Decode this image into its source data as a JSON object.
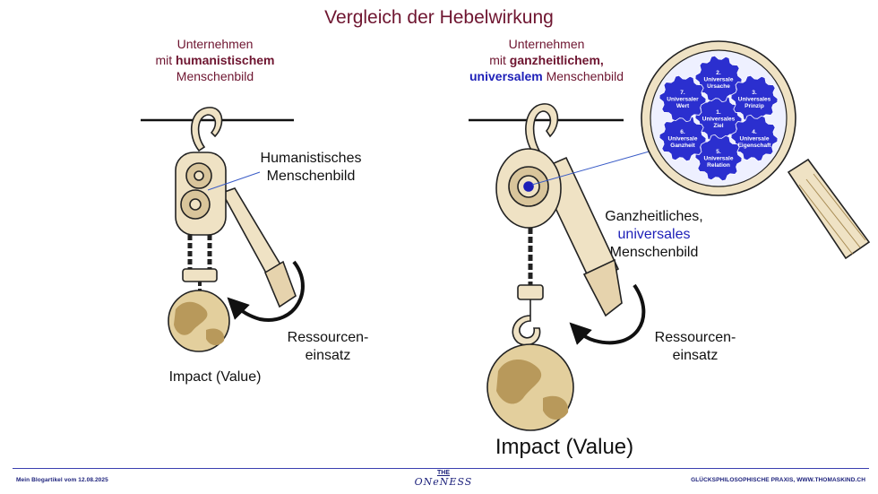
{
  "title": "Vergleich der Hebelwirkung",
  "left": {
    "header_line1": "Unternehmen",
    "header_line2_prefix": "mit ",
    "header_line2_bold": "humanistischem",
    "header_line3": "Menschenbild",
    "callout_line1": "Humanistisches",
    "callout_line2": "Menschenbild",
    "resource_line1": "Ressourcen-",
    "resource_line2": "einsatz",
    "impact": "Impact (Value)"
  },
  "right": {
    "header_line1": "Unternehmen",
    "header_line2_prefix": "mit ",
    "header_line2_bold": "ganzheitlichem,",
    "header_line3_blue": "universalem",
    "header_line3_rest": " Menschenbild",
    "callout_line1": "Ganzheitliches,",
    "callout_line2_blue": "universales",
    "callout_line3": "Menschenbild",
    "resource_line1": "Ressourcen-",
    "resource_line2": "einsatz",
    "impact": "Impact (Value)"
  },
  "magnifier_gears": [
    {
      "num": "1.",
      "line1": "Universales",
      "line2": "Ziel"
    },
    {
      "num": "2.",
      "line1": "Universale",
      "line2": "Ursache"
    },
    {
      "num": "3.",
      "line1": "Universales",
      "line2": "Prinzip"
    },
    {
      "num": "4.",
      "line1": "Universale",
      "line2": "Eigenschaft"
    },
    {
      "num": "5.",
      "line1": "Universale",
      "line2": "Relation"
    },
    {
      "num": "6.",
      "line1": "Universale",
      "line2": "Ganzheit"
    },
    {
      "num": "7.",
      "line1": "Universaler",
      "line2": "Wert"
    }
  ],
  "footer": {
    "left": "Mein Blogartikel vom 12.08.2025",
    "logo_top": "THE",
    "logo_bottom": "ONeNESS",
    "right": "GLÜCKSPHILOSOPHISCHE PRAXIS, WWW.THOMASKIND.CH"
  },
  "colors": {
    "title": "#6e1530",
    "accent_blue": "#1d1fb8",
    "hoist_fill": "#efe2c4",
    "outline": "#222222",
    "magnifier_gear": "#2b2fcf"
  }
}
